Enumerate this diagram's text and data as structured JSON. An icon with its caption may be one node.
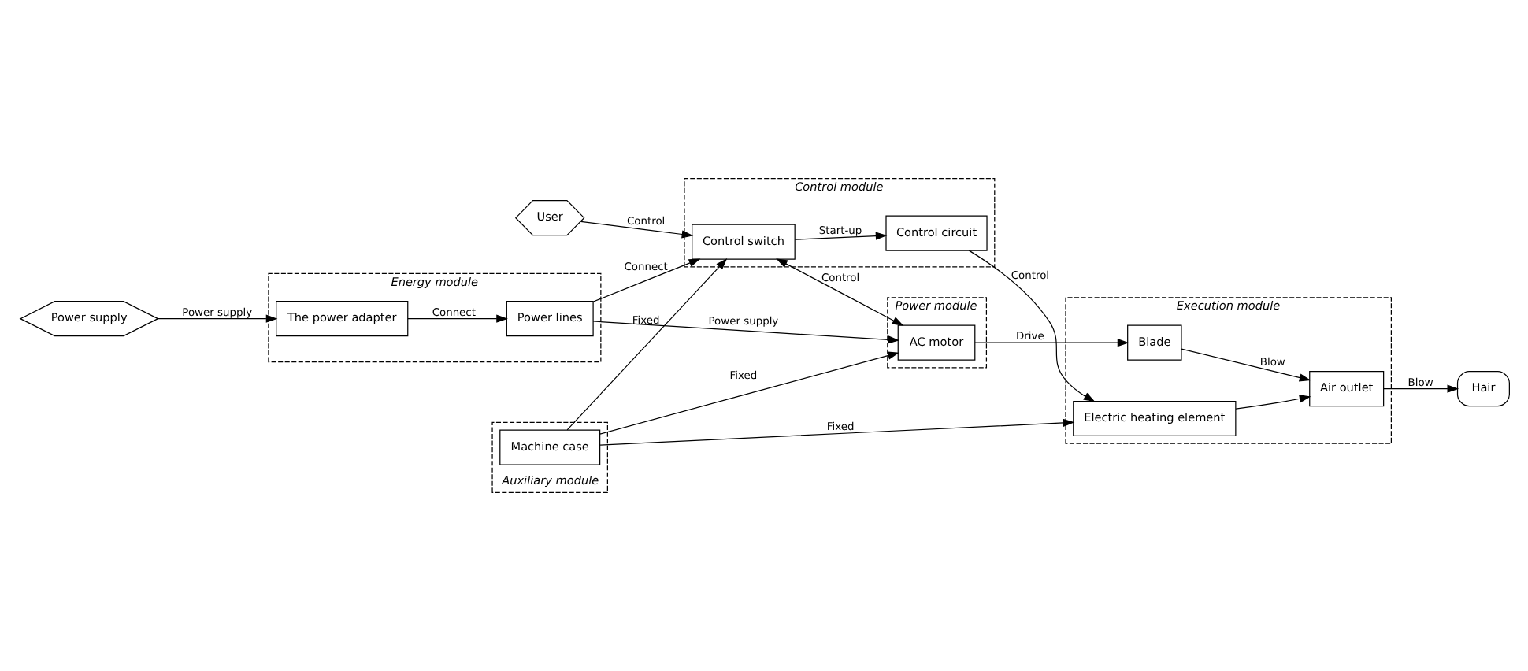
{
  "diagram": {
    "nodes": [
      {
        "text": [
          "Energy module"
        ]
      },
      {
        "text": [
          "The power adapter"
        ],
        "in": 0
      },
      {
        "text": [
          "Power lines"
        ],
        "in": 0
      },
      {
        "text": [
          "Power module"
        ]
      },
      {
        "text": [
          "AC motor"
        ],
        "in": 3
      },
      {
        "text": [
          "Hair"
        ]
      },
      {
        "text": [
          "Execution module"
        ]
      },
      {
        "text": [
          "Blade"
        ],
        "in": 6
      },
      {
        "text": [
          "Air outlet"
        ],
        "in": 6
      },
      {
        "text": [
          "Electric heating element"
        ],
        "in": 6
      },
      {
        "text": [
          "Auxiliary module"
        ]
      },
      {
        "text": [
          "Machine case"
        ],
        "in": 10
      },
      {
        "text": [
          "Power supply"
        ]
      },
      {
        "text": [
          "Control module"
        ]
      },
      {
        "text": [
          "User"
        ]
      },
      {
        "text": [
          "Control switch"
        ],
        "in": 13
      },
      {
        "text": [
          "Control circuit"
        ],
        "in": 13
      }
    ],
    "edges": [
      {
        "from": 12,
        "to": 1,
        "arrow": "to",
        "label": "Power supply"
      },
      {
        "from": 1,
        "to": 2,
        "arrow": "to",
        "label": "Connect"
      },
      {
        "from": 2,
        "to": 4,
        "arrow": "to",
        "label": "Power supply"
      },
      {
        "from": 4,
        "to": 7,
        "arrow": "to",
        "label": "Drive"
      },
      {
        "from": 7,
        "to": 8,
        "arrow": "to",
        "label": "Blow"
      },
      {
        "from": 8,
        "to": 5,
        "arrow": "to",
        "label": "Blow"
      },
      {
        "from": 2,
        "to": 15,
        "arrow": "to",
        "label": "Connect"
      },
      {
        "from": 15,
        "to": 4,
        "arrow": "both",
        "label": "Control"
      },
      {
        "from": 11,
        "to": 4,
        "arrow": "to",
        "label": "Fixed"
      },
      {
        "from": 11,
        "to": 15,
        "arrow": "to",
        "label": "Fixed"
      },
      {
        "from": 11,
        "to": 9,
        "arrow": "to",
        "label": "Fixed"
      },
      {
        "from": 14,
        "to": 15,
        "arrow": "to",
        "label": "Control"
      },
      {
        "from": 15,
        "to": 16,
        "arrow": "to",
        "label": "Start-up"
      },
      {
        "from": 16,
        "to": 9,
        "arrow": "to",
        "label": "Control"
      },
      {
        "from": 9,
        "to": 8,
        "arrow": "to"
      }
    ]
  }
}
